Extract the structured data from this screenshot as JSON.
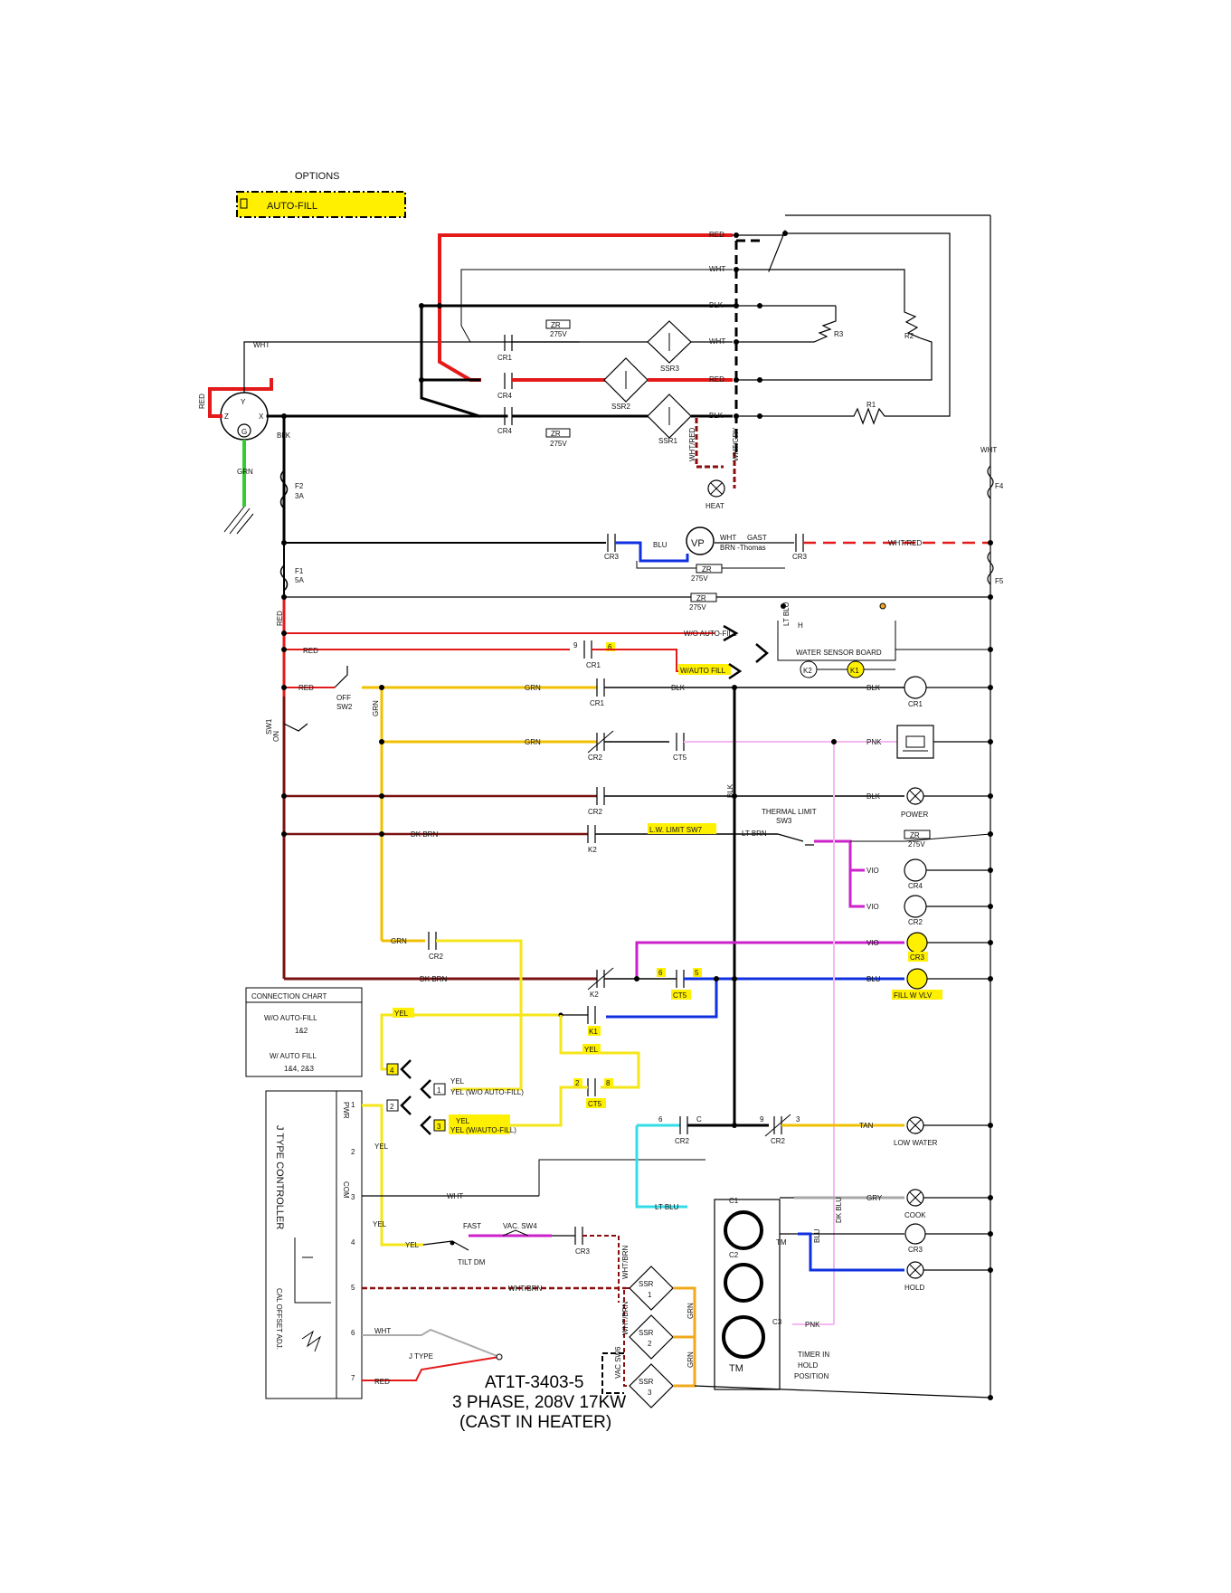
{
  "options": {
    "heading": "OPTIONS",
    "auto_fill": "AUTO-FILL"
  },
  "title": {
    "line1": "AT1T-3403-5",
    "line2": "3 PHASE, 208V 17KW",
    "line3": "(CAST IN HEATER)"
  },
  "connection_chart": {
    "heading": "CONNECTION CHART",
    "wo_label": "W/O AUTO-FILL",
    "wo_value": "1&2",
    "w_label": "W/ AUTO FILL",
    "w_value": "1&4, 2&3"
  },
  "controller": {
    "name": "J TYPE CONTROLLER",
    "cal": "CAL OFFSET ADJ.",
    "pins": [
      "1",
      "2",
      "3",
      "4",
      "5",
      "6",
      "7"
    ],
    "pwr": "PWR",
    "com": "COM"
  },
  "wire_labels": {
    "red": "RED",
    "wht": "WHT",
    "blk": "BLK",
    "grn": "GRN",
    "blu": "BLU",
    "yel": "YEL",
    "grn_ctl": "GRN",
    "pnk": "PNK",
    "vio": "VIO",
    "dk_brn": "DK BRN",
    "lt_brn": "LT BRN",
    "lt_blu": "LT BLU",
    "tan": "TAN",
    "gry": "GRY",
    "dk_blu": "DK BLU",
    "wht_red": "WHT/RED",
    "wht_gry": "WHT/GRY",
    "wht_brn": "WHT/BRN",
    "wht_red_dash": "WHT/RED",
    "wo_autofill": "W/O AUTO-FILL",
    "w_autofill": "W/AUTO FILL",
    "yel_wo": "YEL (W/O AUTO-FILL)",
    "yel_w": "YEL (W/AUTO-FILL)",
    "j_type": "J TYPE",
    "wht_brn_ssr": "WHT/BRN"
  },
  "components": {
    "cr1": "CR1",
    "cr2": "CR2",
    "cr3": "CR3",
    "cr4": "CR4",
    "k1": "K1",
    "k2": "K2",
    "ct5": "CT5",
    "ssr1": "SSR1",
    "ssr2": "SSR2",
    "ssr3": "SSR3",
    "r1": "R1",
    "r2": "R2",
    "r3": "R3",
    "f1": "F1",
    "f1_amp": "5A",
    "f2": "F2",
    "f2_amp": "3A",
    "f4": "F4",
    "f5": "F5",
    "zr": "ZR",
    "zr_v": "275V",
    "heat": "HEAT",
    "vp": "VP",
    "gast": "GAST",
    "brn_thomas": "BRN -Thomas",
    "sw1": "SW1",
    "on": "ON",
    "off": "OFF",
    "sw2": "SW2",
    "power": "POWER",
    "thermal_limit": "THERMAL LIMIT",
    "sw3": "SW3",
    "lw_limit": "L.W. LIMIT SW7",
    "fill_w_vlv": "FILL W VLV",
    "low_water": "LOW WATER",
    "cook": "COOK",
    "hold": "HOLD",
    "fast": "FAST",
    "vac_sw4": "VAC. SW4",
    "tilt_dm": "TILT DM",
    "tm": "TM",
    "timer_note": "TIMER IN HOLD POSITION",
    "water_sensor": "WATER SENSOR BOARD",
    "vac_sw6": "VAC SW6",
    "cr1_coil": "CR1",
    "cr2_coil": "CR2",
    "cr3_coil": "CR3",
    "c1": "C1",
    "c2": "C2",
    "c3": "C3"
  },
  "connector_numbers": {
    "n1": "1",
    "n2": "2",
    "n3": "3",
    "n4": "4"
  },
  "wire_colors": {
    "red": "#e41a1a",
    "black": "#000000",
    "green": "#33cc33",
    "yellow": "#f5e61b",
    "orange": "#f0a81e",
    "dark_brown": "#7a1212",
    "magenta": "#cc22cc",
    "blue": "#1030e0",
    "pink": "#f5b8f0",
    "cyan": "#33dde8",
    "gray": "#a8a8a8",
    "dark_red": "#8a0e0e",
    "highlight": "#fff000"
  }
}
